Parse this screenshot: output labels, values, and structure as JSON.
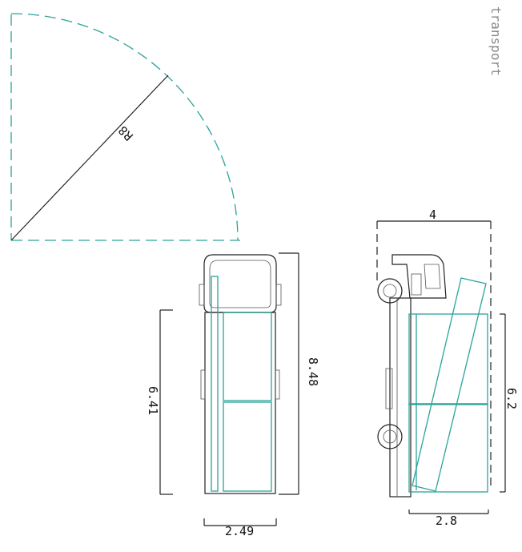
{
  "drawing": {
    "category_label": "transport",
    "radius_label": "R8",
    "dims": {
      "container_length": "6.41",
      "vehicle_length": "8.48",
      "vehicle_width": "2.49",
      "side_width": "2.8",
      "side_height": "6.2",
      "tip_width": "4"
    },
    "colors": {
      "accent": "#2aa39a",
      "line": "#222222",
      "label": "#888888"
    }
  }
}
